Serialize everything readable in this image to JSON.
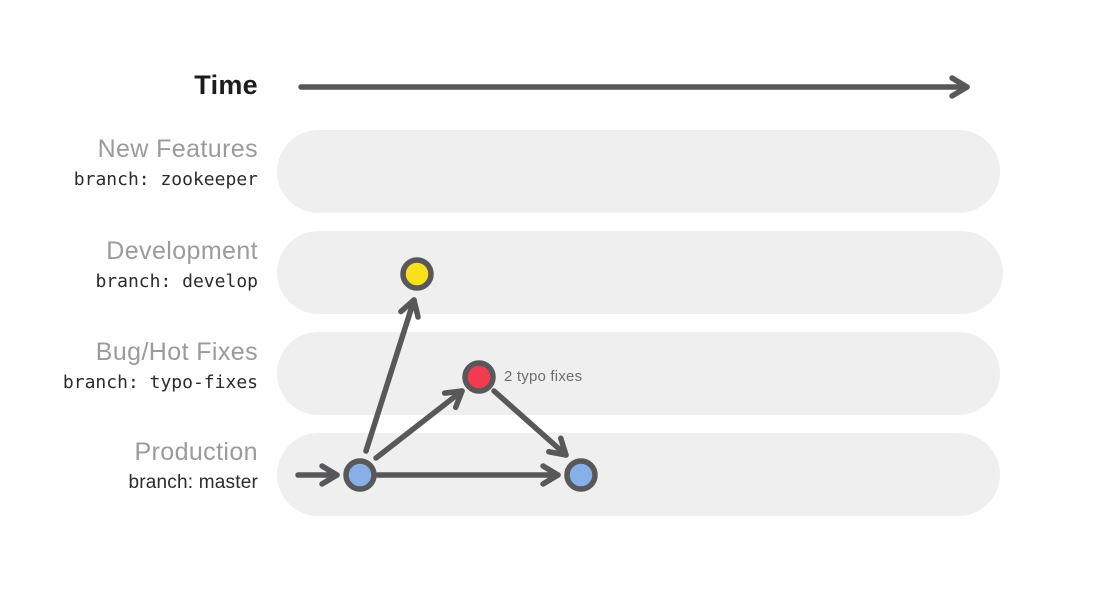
{
  "header": {
    "time_label": "Time"
  },
  "lanes": [
    {
      "name": "new-features",
      "title": "New Features",
      "branch": "branch: zookeeper"
    },
    {
      "name": "development",
      "title": "Development",
      "branch": "branch: develop"
    },
    {
      "name": "bug-hot-fixes",
      "title": "Bug/Hot Fixes",
      "branch": "branch: typo-fixes"
    },
    {
      "name": "production",
      "title": "Production",
      "branch": "branch: master"
    }
  ],
  "annotation": {
    "text": "2 typo fixes"
  },
  "diagram": {
    "type": "git-branch-flow",
    "commits": [
      {
        "id": "master-commit-1",
        "lane": "Production",
        "color": "#88afe8"
      },
      {
        "id": "develop-commit",
        "lane": "Development",
        "color": "#f8e11c"
      },
      {
        "id": "typo-fix-commit",
        "lane": "Bug/Hot Fixes",
        "color": "#f23b50",
        "label": "2 typo fixes"
      },
      {
        "id": "master-commit-2",
        "lane": "Production",
        "color": "#88afe8"
      }
    ],
    "edges": [
      {
        "from": "timeline-start",
        "to": "master-commit-1"
      },
      {
        "from": "master-commit-1",
        "to": "develop-commit"
      },
      {
        "from": "master-commit-1",
        "to": "typo-fix-commit"
      },
      {
        "from": "typo-fix-commit",
        "to": "master-commit-2"
      },
      {
        "from": "master-commit-1",
        "to": "master-commit-2"
      }
    ]
  },
  "colors": {
    "canvas-bg": "#ffffff",
    "lane-bg": "#efefef",
    "lane-title": "#9b9b9b",
    "branch-text": "#2b2b2b",
    "time-text": "#1c1c1c",
    "arrow": "#58585a",
    "node-ring": "#58585a",
    "commit-blue": "#88afe8",
    "commit-yellow": "#f8e11c",
    "commit-red": "#f23b50",
    "annotation-text": "#6d6e71"
  }
}
